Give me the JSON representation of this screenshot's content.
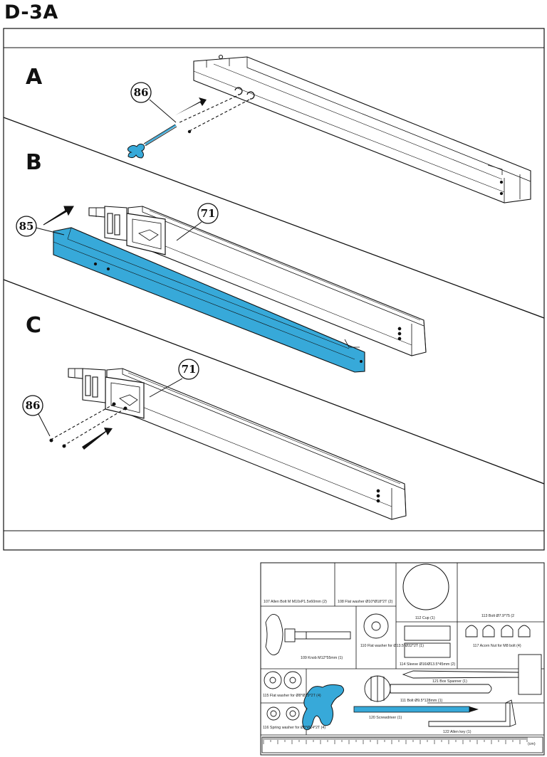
{
  "page": {
    "title": "D-3A"
  },
  "steps": [
    {
      "letter": "A",
      "callouts": [
        "86"
      ]
    },
    {
      "letter": "B",
      "callouts": [
        "85",
        "71"
      ]
    },
    {
      "letter": "C",
      "callouts": [
        "86",
        "71"
      ]
    }
  ],
  "hardware": {
    "colors": {
      "highlight": "#37a9d9",
      "line": "#111111"
    },
    "items": [
      {
        "id": "107",
        "label": "107 Allen Bolt  M M10xP1.5x60mm  (2)"
      },
      {
        "id": "108",
        "label": "108 Flat washer Ø10*Ø18*2T  (2)"
      },
      {
        "id": "112",
        "label": "112 Cup (1)"
      },
      {
        "id": "113",
        "label": "113 Bolt Ø7.9*75  (2"
      },
      {
        "id": "109",
        "label": "109 Knob M12*55mm (1)"
      },
      {
        "id": "110",
        "label": "110 Flat washer for Ø13.5*Ø32*2T (1)"
      },
      {
        "id": "114",
        "label": "114 Sleeve Ø16/Ø13.5*45mm  (2)"
      },
      {
        "id": "117",
        "label": "117 Acorn Nut for M8 bolt  (4)"
      },
      {
        "id": "121",
        "label": "121 Box Spanner  (1)"
      },
      {
        "id": "111",
        "label": "111 Bolt Ø9.5*128mm  (1)"
      },
      {
        "id": "115",
        "label": "115 Flat  washer for Ø8*Ø19*2T (4)"
      },
      {
        "id": "116",
        "label": "116 Spring washer for Ø8*Ø14*2T (4)"
      },
      {
        "id": "120",
        "label": "120 Screwdriver  (1)"
      },
      {
        "id": "122",
        "label": "122 Allen key  (1)"
      }
    ],
    "ruler_unit": "(cm)"
  }
}
